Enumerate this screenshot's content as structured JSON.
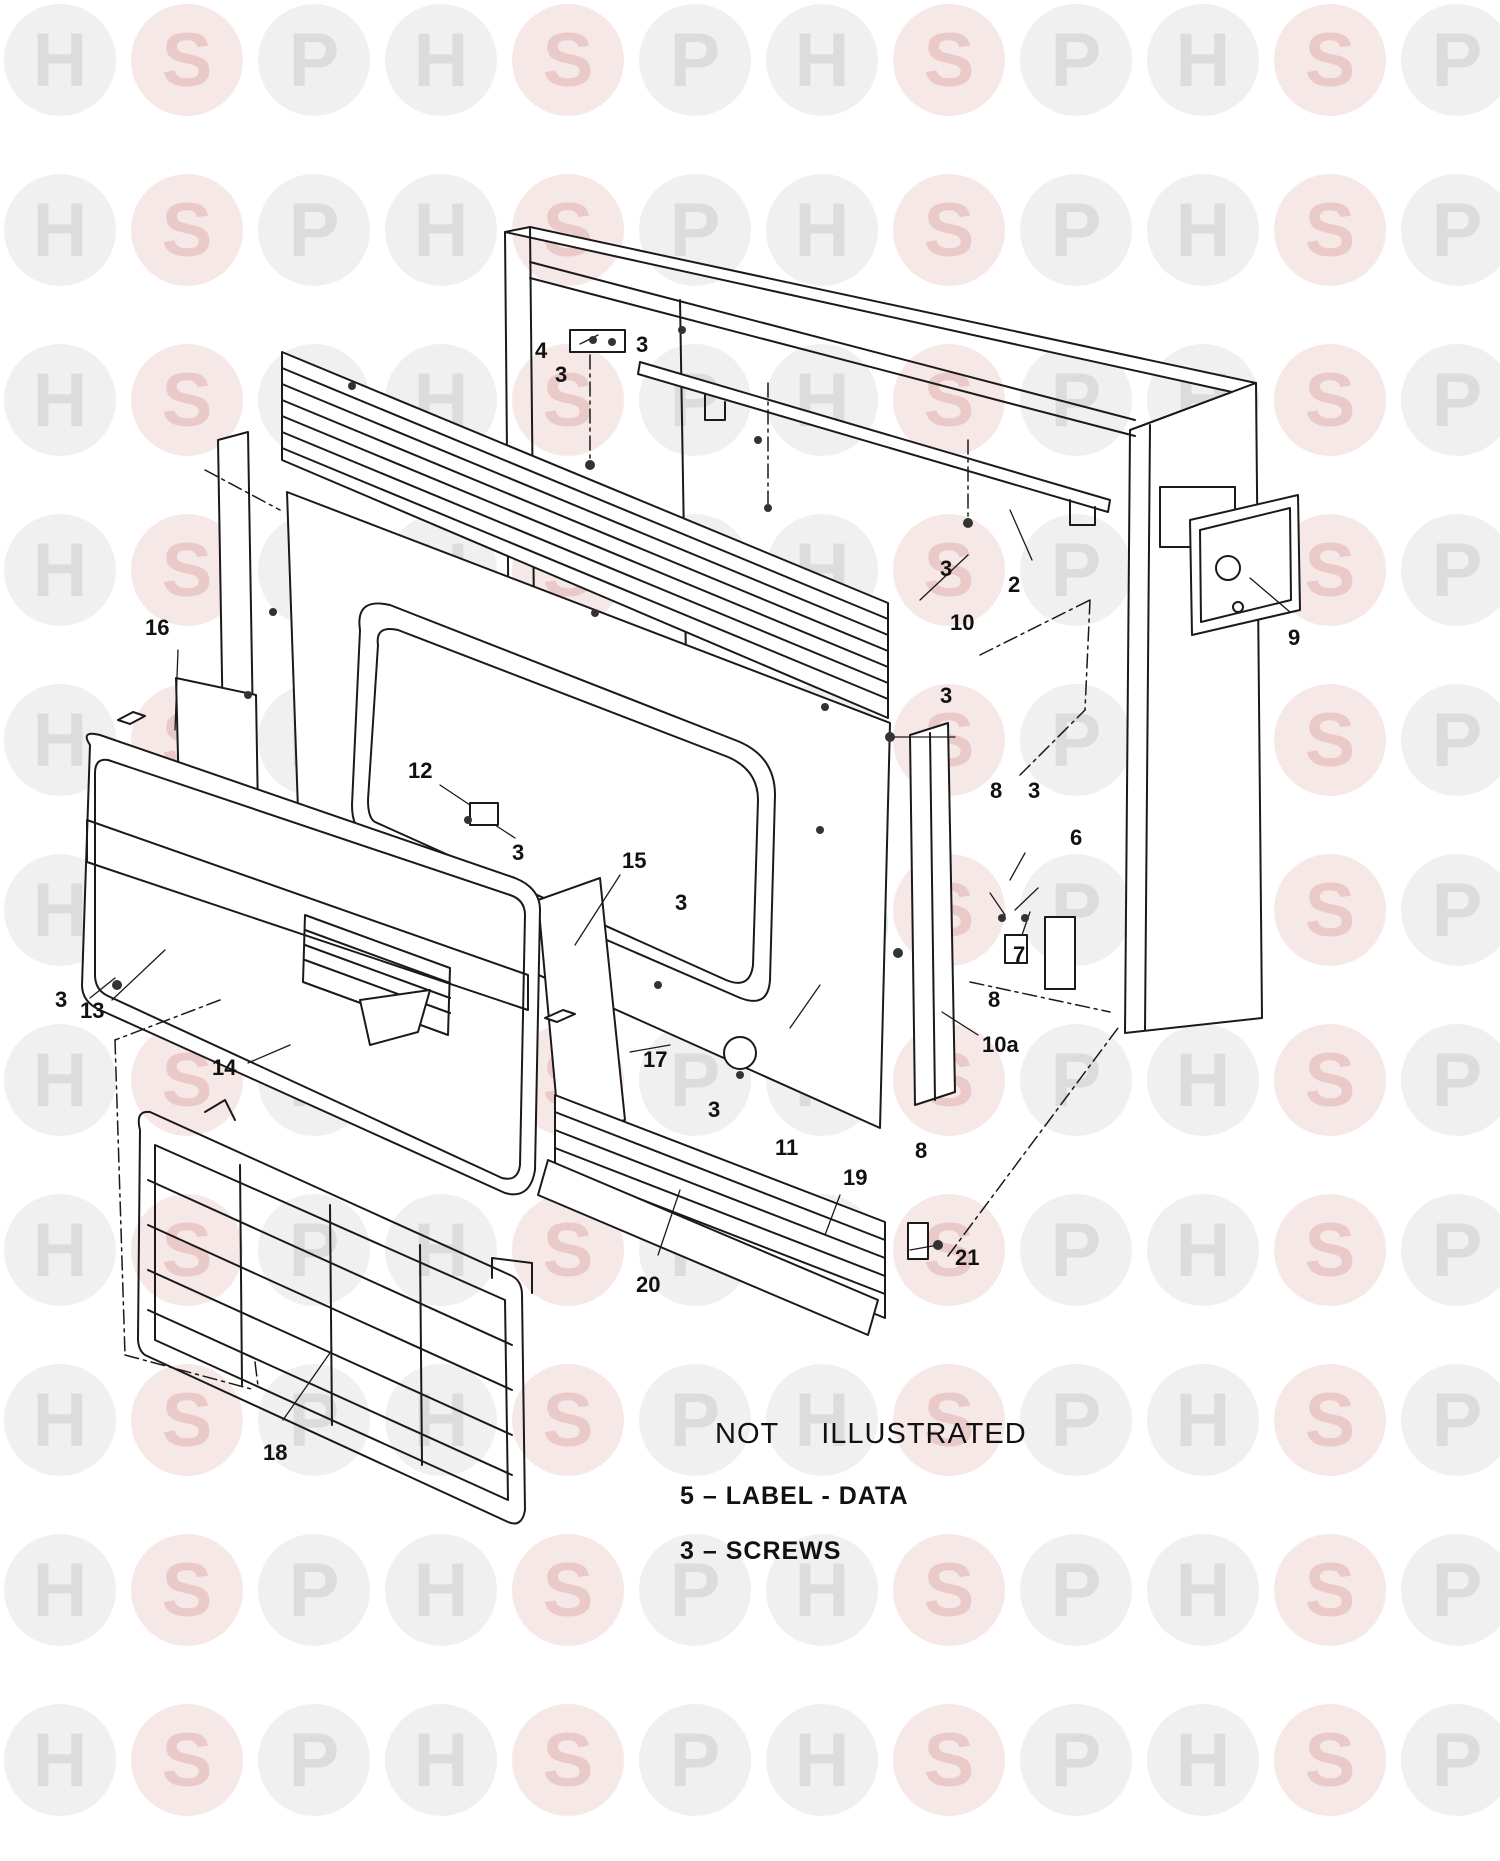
{
  "watermark": {
    "letters": [
      "H",
      "S",
      "P"
    ],
    "colors": {
      "circle": "#f0f0f0",
      "circle_pink": "#f7e8e8",
      "letter": "#dcdcdc",
      "letter_pink": "#eac9c9"
    },
    "center_logo": {
      "letters": [
        "H",
        "S",
        "P"
      ],
      "colors": [
        "#c8d6ea",
        "#f0d0d0",
        "#c8d6ea"
      ]
    }
  },
  "callouts": [
    {
      "id": "c-2",
      "text": "2"
    },
    {
      "id": "c-3a",
      "text": "3"
    },
    {
      "id": "c-3b",
      "text": "3"
    },
    {
      "id": "c-3c",
      "text": "3"
    },
    {
      "id": "c-3d",
      "text": "3"
    },
    {
      "id": "c-3e",
      "text": "3"
    },
    {
      "id": "c-3f",
      "text": "3"
    },
    {
      "id": "c-3g",
      "text": "3"
    },
    {
      "id": "c-3h",
      "text": "3"
    },
    {
      "id": "c-3i",
      "text": "3"
    },
    {
      "id": "c-4",
      "text": "4"
    },
    {
      "id": "c-6",
      "text": "6"
    },
    {
      "id": "c-7",
      "text": "7"
    },
    {
      "id": "c-8a",
      "text": "8"
    },
    {
      "id": "c-8b",
      "text": "8"
    },
    {
      "id": "c-8c",
      "text": "8"
    },
    {
      "id": "c-9",
      "text": "9"
    },
    {
      "id": "c-10",
      "text": "10"
    },
    {
      "id": "c-10a",
      "text": "10a"
    },
    {
      "id": "c-11",
      "text": "11"
    },
    {
      "id": "c-12",
      "text": "12"
    },
    {
      "id": "c-13",
      "text": "13"
    },
    {
      "id": "c-14",
      "text": "14"
    },
    {
      "id": "c-15",
      "text": "15"
    },
    {
      "id": "c-16",
      "text": "16"
    },
    {
      "id": "c-17",
      "text": "17"
    },
    {
      "id": "c-18",
      "text": "18"
    },
    {
      "id": "c-19",
      "text": "19"
    },
    {
      "id": "c-20",
      "text": "20"
    },
    {
      "id": "c-21",
      "text": "21"
    }
  ],
  "notes": {
    "heading_left": "NOT",
    "heading_right": "ILLUSTRATED",
    "items": [
      {
        "num": "5",
        "dash": "–",
        "text": "LABEL - DATA"
      },
      {
        "num": "3",
        "dash": "–",
        "text": "SCREWS"
      }
    ]
  }
}
